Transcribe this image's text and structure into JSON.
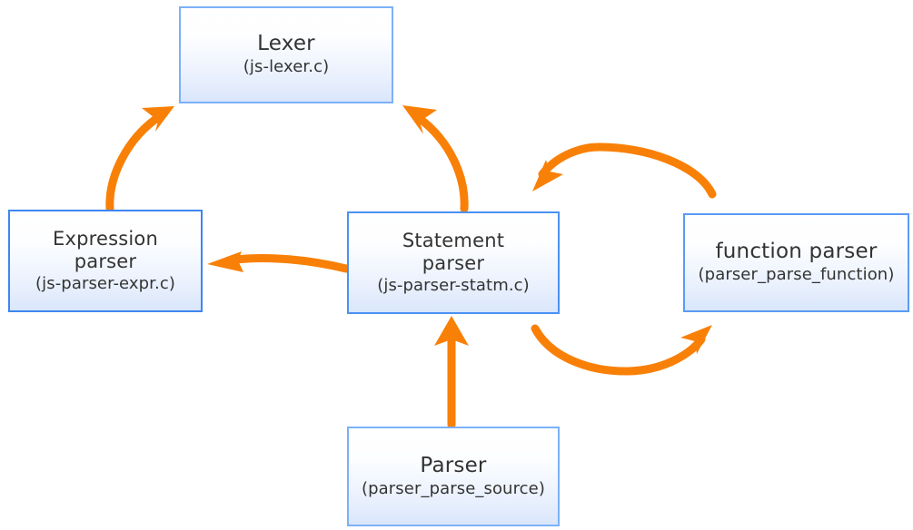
{
  "diagram": {
    "title": "JS parser module call-flow diagram",
    "background_color": "#ffffff",
    "arrow_color": "#f98007",
    "node_border_color": "#4b91f2",
    "node_fill_top": "#ffffff",
    "node_fill_bottom": "#d9e6fb",
    "text_color": "#333333"
  },
  "nodes": {
    "lexer": {
      "title": "Lexer",
      "subtitle": "(js-lexer.c)"
    },
    "expression_parser": {
      "title": "Expression parser",
      "title_line1": "Expression",
      "title_line2": "parser",
      "subtitle": "(js-parser-expr.c)"
    },
    "statement_parser": {
      "title": "Statement parser",
      "title_line1": "Statement",
      "title_line2": "parser",
      "subtitle": "(js-parser-statm.c)"
    },
    "function_parser": {
      "title": "function parser",
      "subtitle": "(parser_parse_function)"
    },
    "parser": {
      "title": "Parser",
      "subtitle": "(parser_parse_source)"
    }
  },
  "edges": [
    {
      "name": "expression-parser-to-lexer",
      "from": "expression_parser",
      "to": "lexer",
      "shape": "curve",
      "direction": "up-right"
    },
    {
      "name": "statement-parser-to-lexer",
      "from": "statement_parser",
      "to": "lexer",
      "shape": "curve",
      "direction": "up-left"
    },
    {
      "name": "statement-parser-to-expression-parser",
      "from": "statement_parser",
      "to": "expression_parser",
      "shape": "slight-curve",
      "direction": "left"
    },
    {
      "name": "function-parser-to-statement-parser",
      "from": "function_parser",
      "to": "statement_parser",
      "shape": "arc-over",
      "direction": "left"
    },
    {
      "name": "statement-parser-to-function-parser",
      "from": "statement_parser",
      "to": "function_parser",
      "shape": "arc-under",
      "direction": "right"
    },
    {
      "name": "parser-to-statement-parser",
      "from": "parser",
      "to": "statement_parser",
      "shape": "straight",
      "direction": "up"
    }
  ]
}
